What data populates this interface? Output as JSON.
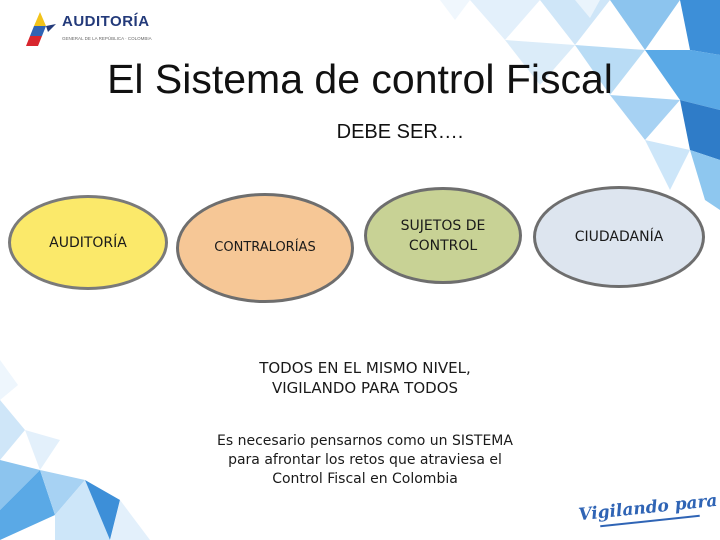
{
  "branding": {
    "logo_text": "AUDITORÍA",
    "logo_subtext": "GENERAL DE LA REPÚBLICA · COLOMBIA",
    "slogan": "Vigilando para todos"
  },
  "slide": {
    "title": "El Sistema de control Fiscal",
    "subtitle": "DEBE SER…."
  },
  "nodes": [
    {
      "label": "AUDITORÍA",
      "color": "#fbe96a"
    },
    {
      "label": "CONTRALORÍAS",
      "color": "#f6c796"
    },
    {
      "label": "SUJETOS DE CONTROL",
      "color": "#c8d295"
    },
    {
      "label": "CIUDADANÍA",
      "color": "#dde5ef"
    }
  ],
  "notes": {
    "level": "TODOS EN EL MISMO NIVEL, VIGILANDO PARA TODOS",
    "system": "Es necesario pensarnos como un SISTEMA para afrontar los retos que atraviesa el Control Fiscal en Colombia"
  },
  "colors": {
    "brand_blue": "#233a7a",
    "decor_light_blue": "#cfe6f8",
    "decor_mid_blue": "#5aa9e6"
  }
}
